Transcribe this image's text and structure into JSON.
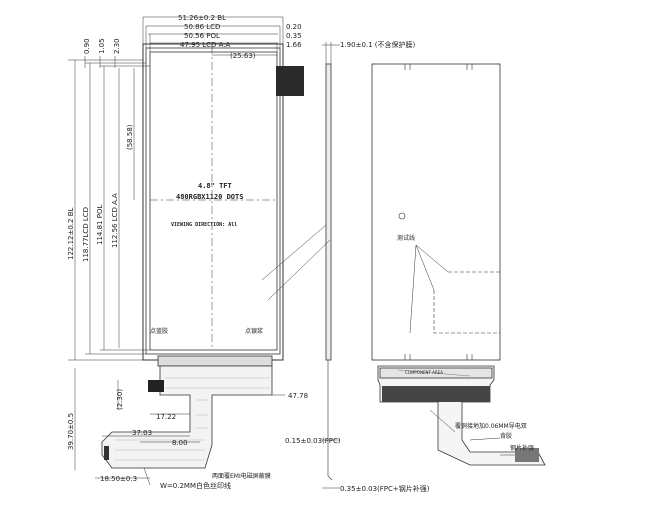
{
  "front_view": {
    "dims_top": [
      "51.26±0.2 BL",
      "50.86 LCD",
      "50.56 POL",
      "47.95 LCD A.A",
      "(25.63)"
    ],
    "dims_top_right": [
      "0.20",
      "0.35",
      "1.66"
    ],
    "dims_left_top": [
      "0.90",
      "1.05",
      "2.30"
    ],
    "dims_vertical": [
      "122.12±0.2 BL",
      "118.77LCD LCD",
      "114.81 POL",
      "112.56 LCD A.A",
      "(58.58)"
    ],
    "center_text": [
      "4.8\" TFT",
      "480RGBX1120 DOTS",
      "VIEWING DIRECTION: All"
    ],
    "labels": [
      "点蓝胶",
      "点银浆"
    ],
    "fpc_dims": [
      "(2.30)",
      "17.22",
      "47.78",
      "37.03",
      "8.00",
      "39.70±0.5",
      "18.50±0.3"
    ],
    "fpc_notes": [
      "两面覆EMI电磁屏蔽膜",
      "W=0.2MM白色丝印线"
    ]
  },
  "side_view": {
    "thickness": "1.90±0.1 (不含保护膜)",
    "fpc_thickness": "0.15±0.03(FPC)",
    "stiffener_thickness": "0.35±0.03(FPC+钢片补强)"
  },
  "back_view": {
    "labels": [
      "测试线",
      "覆铜接地加0.06MM导电双",
      "背胶",
      "钢片补强"
    ],
    "component_area": "COMPONENT AREA"
  }
}
